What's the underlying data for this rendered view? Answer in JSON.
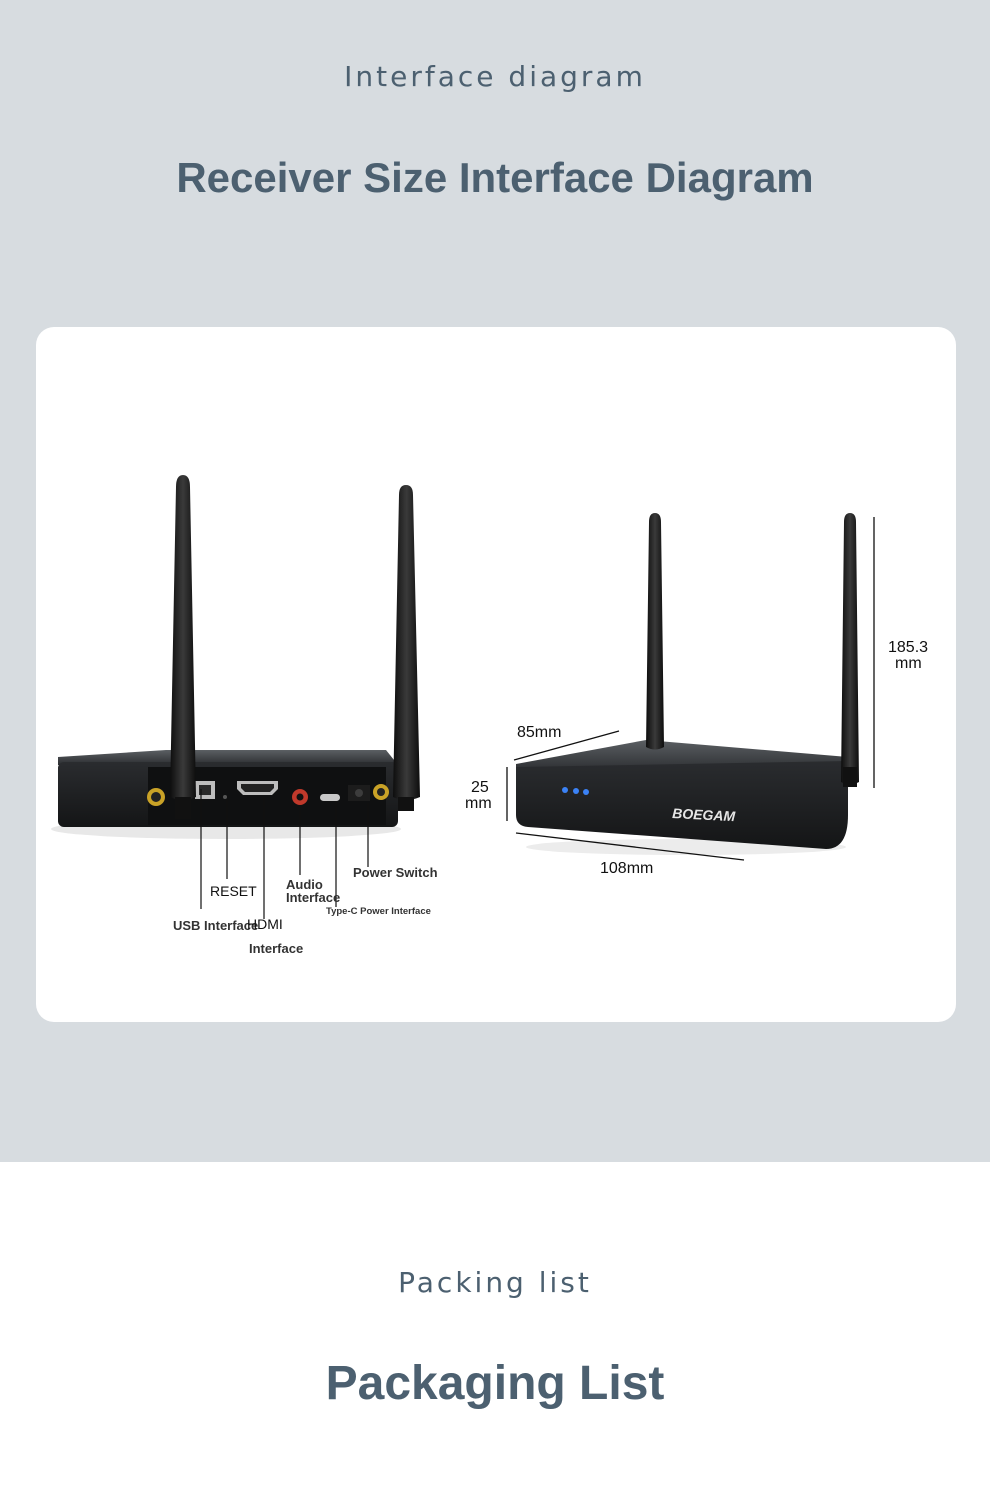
{
  "section1": {
    "subtitle": "Interface diagram",
    "title": "Receiver Size Interface Diagram"
  },
  "diagram": {
    "brand": "BOEGAM",
    "labels": {
      "usb": "USB Interface",
      "reset": "RESET",
      "hdmi_1": "HDMI",
      "hdmi_2": "Interface",
      "audio_1": "Audio",
      "audio_2": "Interface",
      "typec": "Type-C Power Interface",
      "power": "Power Switch"
    },
    "dimensions": {
      "depth": "85mm",
      "height_1": "25",
      "height_2": "mm",
      "width": "108mm",
      "antenna_1": "185.3",
      "antenna_2": "mm"
    }
  },
  "section2": {
    "subtitle": "Packing list",
    "title": "Packaging List"
  }
}
